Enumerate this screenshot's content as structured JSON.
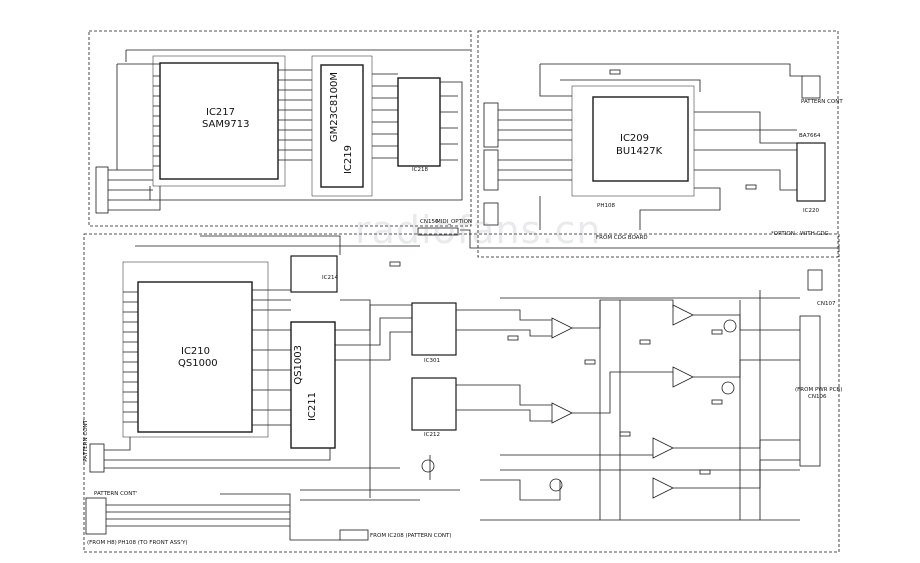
{
  "watermark": "radiofans.cn",
  "ics": {
    "ic217": {
      "ref": "IC217",
      "part": "SAM9713"
    },
    "ic219": {
      "ref": "IC219",
      "part": "GM23C8100M"
    },
    "ic218": {
      "ref": "IC218"
    },
    "ic209": {
      "ref": "IC209",
      "part": "BU1427K"
    },
    "ic210": {
      "ref": "IC210",
      "part": "QS1000"
    },
    "ic211": {
      "ref": "IC211",
      "part": "QS1003"
    },
    "ic220": {
      "ref": "IC220"
    },
    "ic214": {
      "ref": "IC214"
    },
    "ic301": {
      "ref": "IC301"
    },
    "ic212": {
      "ref": "IC212"
    }
  },
  "connectors": {
    "pattern_cont_top_right": "PATTERN CONT",
    "pattern_cont_left": "PATTERN CONT",
    "pattern_cont_bottom_left": "PATTERN CONT'",
    "cn107": "CN107",
    "from_pwr_pcb": "(FROM PWR PCB)",
    "cn106": "CN106",
    "ph108_front": "PH108 (TO FRONT ASS'Y)",
    "from_h8": "(FROM H8)",
    "from_ic208": "FROM IC208 (PATTERN CONT)",
    "from_cdg_board": "FROM CDG BOARD",
    "ph108_small": "PH108",
    "cn150": "CN150",
    "midi_option": "MIDI_OPTION",
    "option_with_cdg": "*OPTION : WITH CDG",
    "ba7664": "BA7664"
  }
}
